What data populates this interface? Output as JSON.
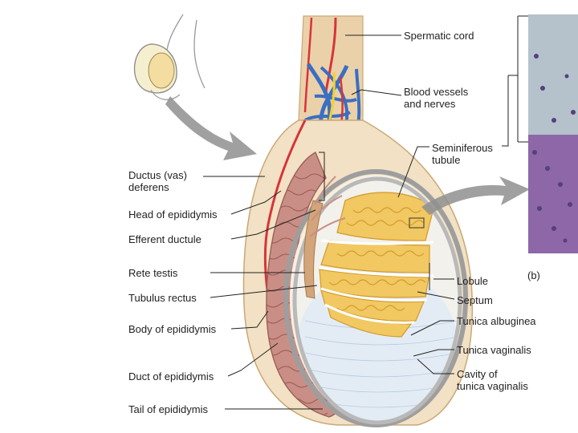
{
  "colors": {
    "background": "#ffffff",
    "epididymis": "#c98f86",
    "epididymis_dark": "#9e5e57",
    "tubule_yellow": "#f1c861",
    "tubule_outline": "#d39a2a",
    "capsule": "#ead1aa",
    "tunica": "#9e9e9e",
    "vein": "#3a6fc2",
    "artery": "#d7343a",
    "nerve": "#f3d12a",
    "histology": "#8e6cab",
    "arrow": "#8f8f8f"
  },
  "labels_left": {
    "ductus": "Ductus (vas)\ndeferens",
    "head": "Head of epididymis",
    "efferent": "Efferent ductule",
    "rete": "Rete testis",
    "rectus": "Tubulus rectus",
    "body": "Body of epididymis",
    "duct": "Duct of epididymis",
    "tail": "Tail of epididymis"
  },
  "labels_right": {
    "cord": "Spermatic cord",
    "vessels": "Blood vessels\nand nerves",
    "seminiferous": "Seminiferous\ntubule",
    "lobule": "Lobule",
    "septum": "Septum",
    "albuginea": "Tunica albuginea",
    "vaginalis": "Tunica vaginalis",
    "cavity": "Cavity of\ntunica vaginalis"
  },
  "panel_label": "(b)",
  "icons": [
    "body-outline-icon",
    "pointer-arrow-icon",
    "histology-image"
  ]
}
